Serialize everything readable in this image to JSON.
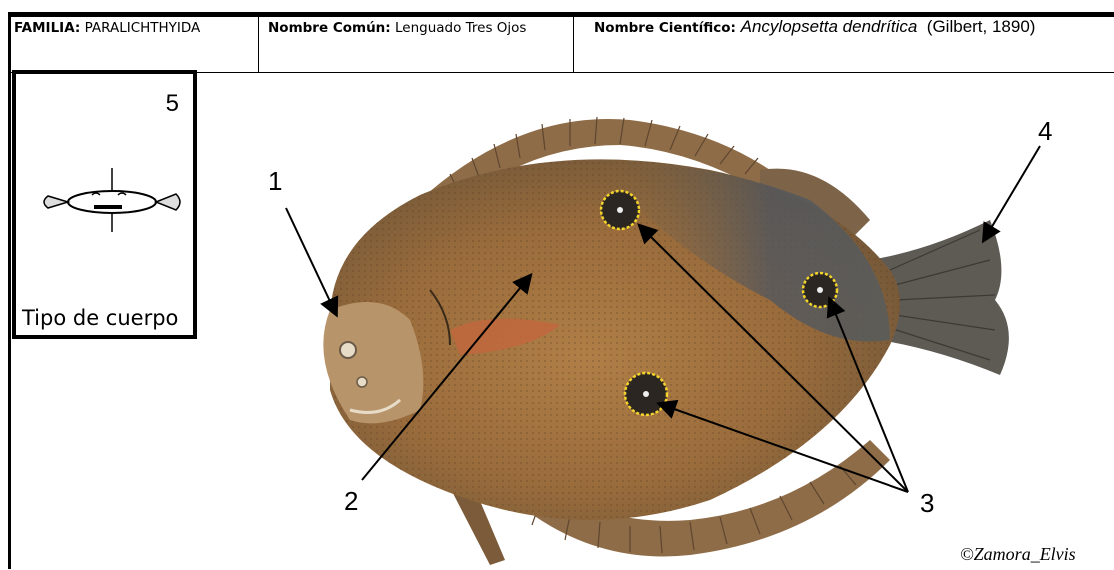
{
  "header": {
    "familia_label": "FAMILIA:",
    "familia_value": "PARALICHTHYIDA",
    "comun_label": "Nombre Común:",
    "comun_value": "Lenguado Tres Ojos",
    "cientifico_label": "Nombre Científico:",
    "cientifico_species": "Ancylopsetta dendrítica",
    "cientifico_author": "(Gilbert, 1890)"
  },
  "body_type": {
    "number": "5",
    "label": "Tipo de cuerpo"
  },
  "callouts": {
    "c1": "1",
    "c2": "2",
    "c3": "3",
    "c4": "4"
  },
  "credit": "©Zamora_Elvis",
  "colors": {
    "fish_body": "#a2743f",
    "fish_dark": "#5b5a55",
    "ocellus_ring": "#f3d42b",
    "fin": "#8a6a45"
  }
}
